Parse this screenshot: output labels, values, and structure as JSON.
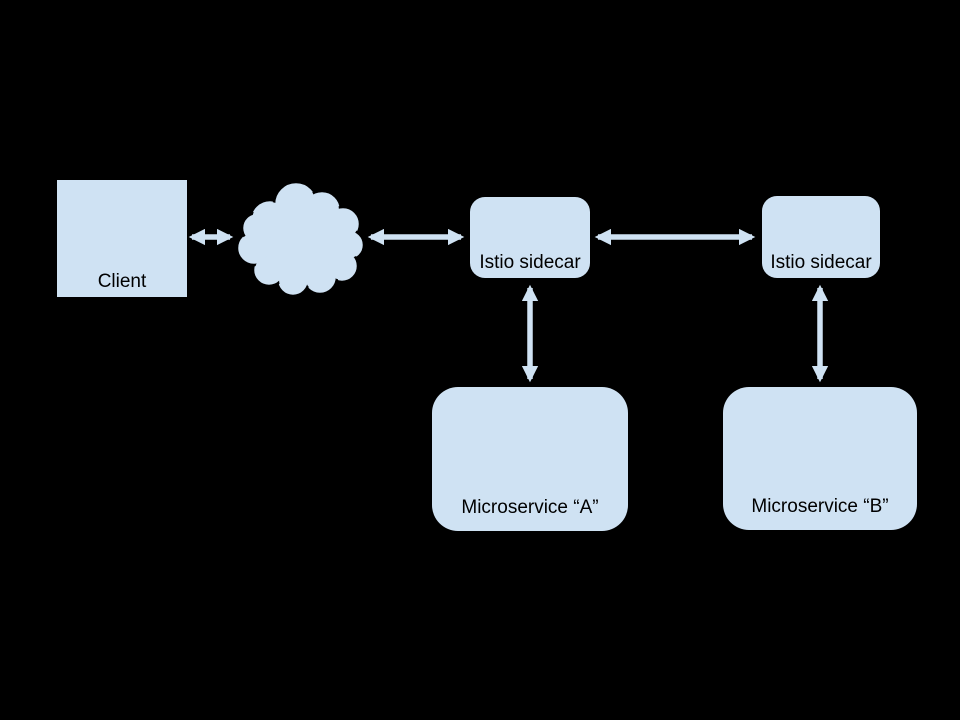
{
  "diagram": {
    "background_color": "#000000",
    "node_fill_color": "#cfe2f3",
    "outline_color": "#000000",
    "arrow_color": "#cfe2f3",
    "text_color": "#000000",
    "nodes": {
      "client": {
        "label": "Client",
        "shape": "rectangle"
      },
      "network_cloud": {
        "label": "",
        "shape": "cloud"
      },
      "sidecar_a": {
        "label": "Istio sidecar",
        "shape": "rounded-rectangle"
      },
      "sidecar_b": {
        "label": "Istio sidecar",
        "shape": "rounded-rectangle"
      },
      "microservice_a": {
        "label": "Microservice “A”",
        "shape": "rounded-rectangle"
      },
      "microservice_b": {
        "label": "Microservice “B”",
        "shape": "rounded-rectangle"
      }
    },
    "connections": [
      {
        "from": "client",
        "to": "network_cloud",
        "style": "double-headed-arrow"
      },
      {
        "from": "network_cloud",
        "to": "sidecar_a",
        "style": "double-headed-arrow"
      },
      {
        "from": "sidecar_a",
        "to": "sidecar_b",
        "style": "double-headed-arrow"
      },
      {
        "from": "sidecar_a",
        "to": "microservice_a",
        "style": "double-headed-arrow"
      },
      {
        "from": "sidecar_b",
        "to": "microservice_b",
        "style": "double-headed-arrow"
      }
    ]
  }
}
